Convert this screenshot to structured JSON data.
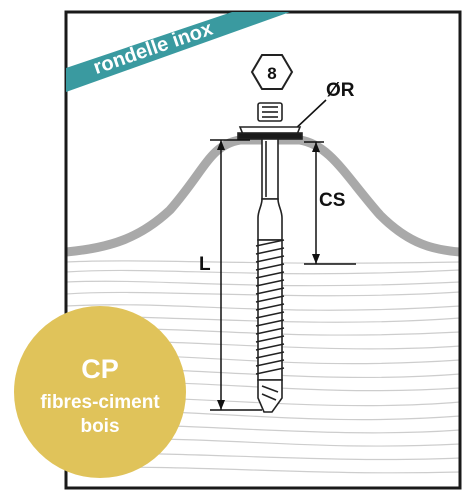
{
  "banner": {
    "text": "rondelle inox",
    "color": "#3a9aa0"
  },
  "hex_head": {
    "size_label": "8"
  },
  "dimensions": {
    "washer_diameter": "ØR",
    "clamp_length": "CS",
    "total_length": "L"
  },
  "badge": {
    "line1": "CP",
    "line2": "fibres-ciment",
    "line3": "bois",
    "color": "#e0c35a"
  },
  "colors": {
    "frame": "#1a1a1a",
    "sheet": "#a9a9a9",
    "wood_grain": "#c8c8c8",
    "screw_outline": "#222222"
  },
  "icons": [
    "hexagon-icon",
    "screw-icon"
  ]
}
